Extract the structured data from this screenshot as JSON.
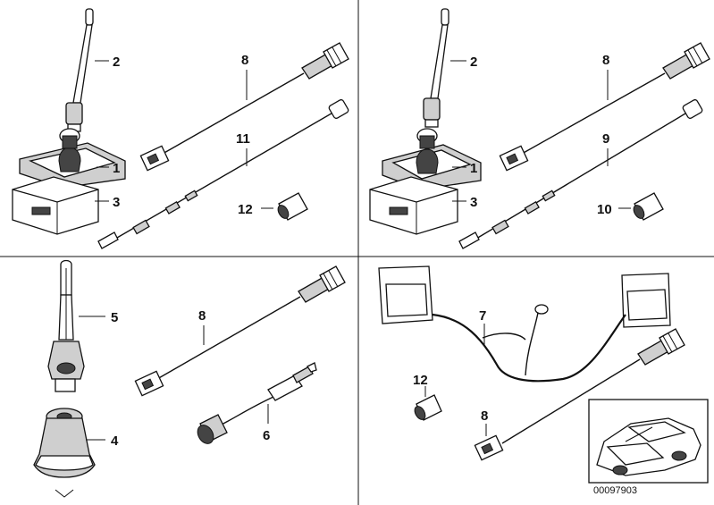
{
  "panels": {
    "top_left": {
      "labels": [
        "2",
        "1",
        "3",
        "8",
        "11",
        "12"
      ]
    },
    "top_right": {
      "labels": [
        "2",
        "1",
        "3",
        "8",
        "9",
        "10"
      ]
    },
    "bottom_left": {
      "labels": [
        "5",
        "4",
        "8",
        "6"
      ]
    },
    "bottom_right": {
      "labels": [
        "7",
        "12",
        "8"
      ]
    }
  },
  "diagram_code": "00097903"
}
